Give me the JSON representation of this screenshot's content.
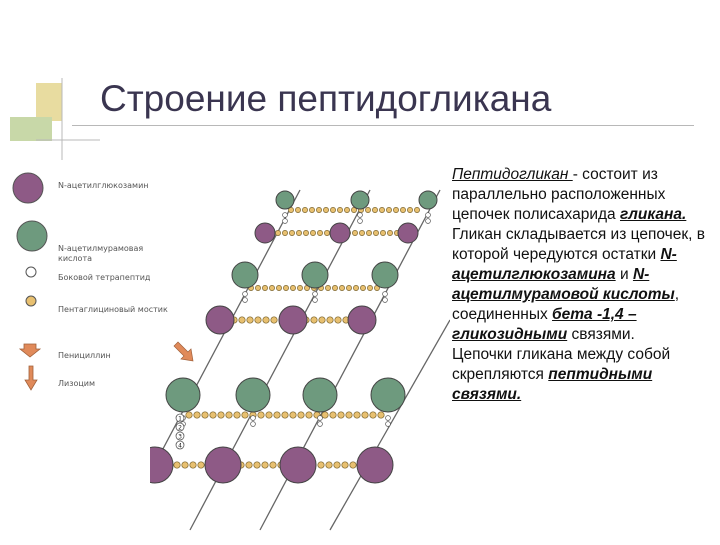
{
  "slide": {
    "title": "Строение пептидогликана"
  },
  "legend": {
    "items": [
      {
        "label": "N-ацетилглюкозамин",
        "color": "#8e5a86"
      },
      {
        "label": "N-ацетилмурамовая кислота",
        "color": "#6e9a7e"
      },
      {
        "label": "Боковой тетрапептид",
        "color": "#ffffff"
      },
      {
        "label": "Пентаглициновый мостик",
        "color": "#e8c070"
      },
      {
        "label": "Пенициллин",
        "color": "#e08a5a"
      },
      {
        "label": "Лизоцим",
        "color": "#e08a5a"
      }
    ]
  },
  "diagram": {
    "peptide_numbers": [
      "1",
      "2",
      "3",
      "4"
    ]
  },
  "text": {
    "p1_term": "Пептидогликан ",
    "p1_rest": "- состоит из параллельно расположенных цепочек полисахарида ",
    "p1_glycan": "гликана.",
    "p2_start": "Гликан складывается из цепочек, в которой чередуются остатки ",
    "p2_nag": "N-ацетилглюкозамина",
    "p2_and": " и ",
    "p2_nam": "N-ацетилмурамовой кислоты",
    "p2_mid": ", соединенных ",
    "p2_bond": "бета -1,4 – гликозидными",
    "p2_end": " связями.",
    "p3_start": "Цепочки гликана между собой скрепляются ",
    "p3_bond": "пептидными связями."
  },
  "colors": {
    "nag": "#8e5a86",
    "nam": "#6e9a7e",
    "bridge": "#e8c070",
    "title": "#3a3550",
    "deco_yellow": "#e8dca0",
    "deco_green": "#c8d8a8"
  }
}
